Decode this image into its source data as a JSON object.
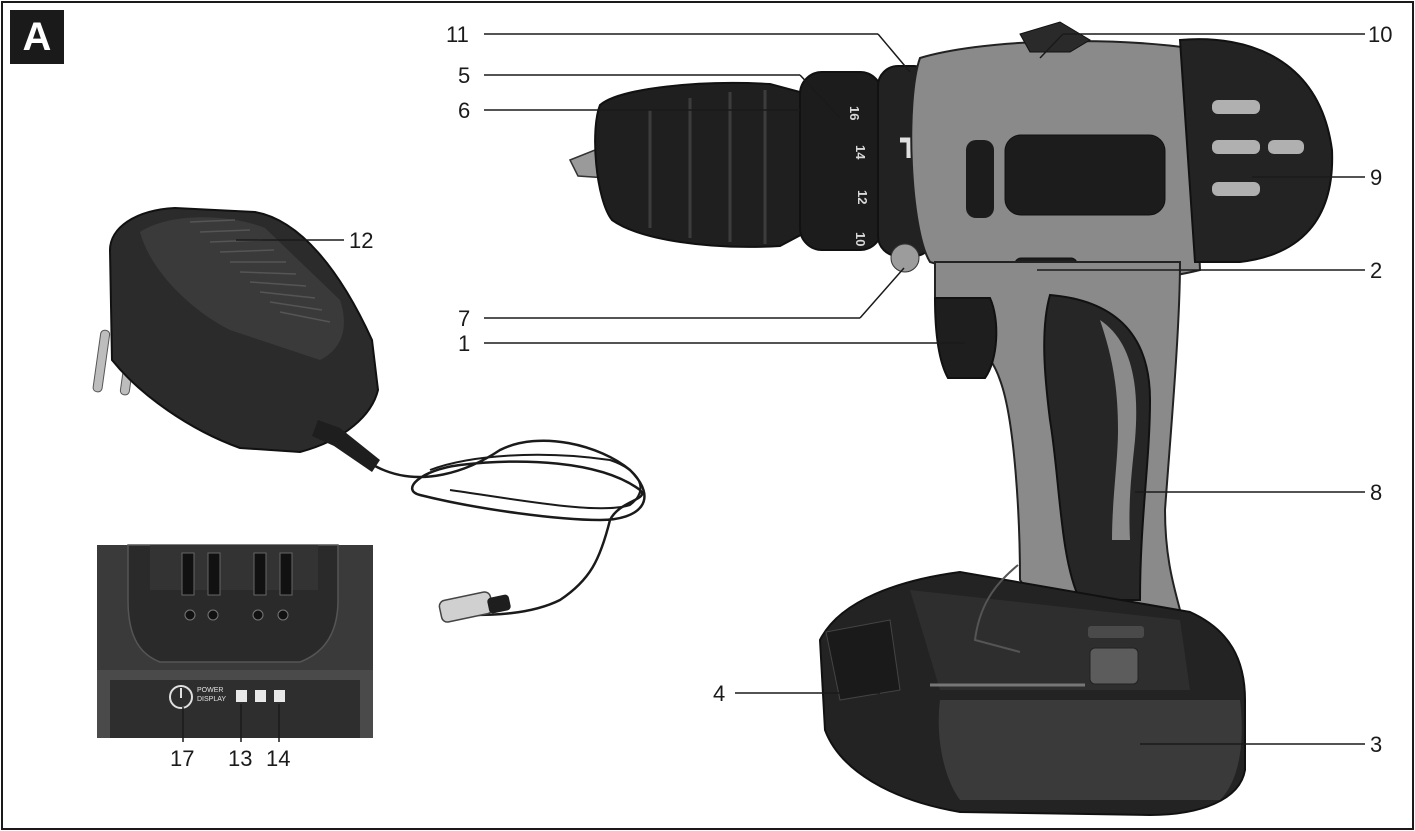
{
  "figure": {
    "badge_letter": "A",
    "callouts": [
      "1",
      "2",
      "3",
      "4",
      "5",
      "6",
      "7",
      "8",
      "9",
      "10",
      "11",
      "12",
      "13",
      "14",
      "17"
    ],
    "panel_text": {
      "power_label_line1": "POWER",
      "power_label_line2": "DISPLAY"
    }
  },
  "colors": {
    "outline": "#1a1a1a",
    "body_grey": "#8a8a8a",
    "dark_rubber": "#2a2a2a",
    "black_plastic": "#1e1e1e"
  }
}
